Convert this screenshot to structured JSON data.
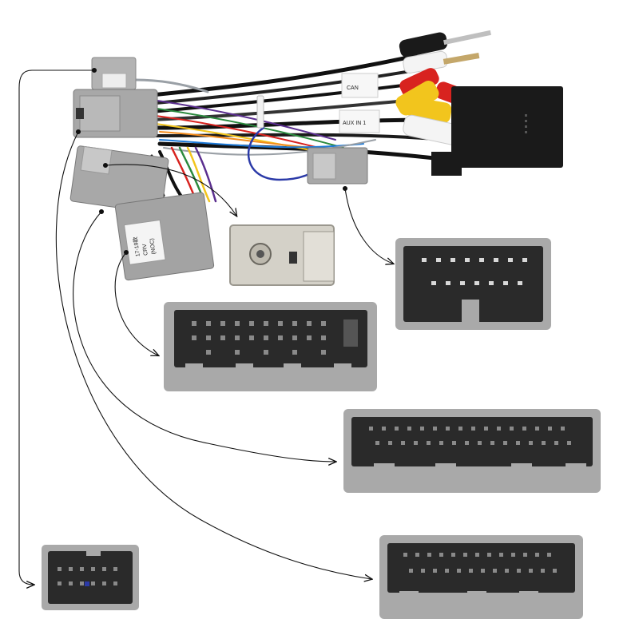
{
  "image": {
    "subject": "Car stereo wiring harness with connectors",
    "background_color": "#ffffff",
    "colors": {
      "connector_gray": "#a9a9a9",
      "connector_dark": "#2a2a2a",
      "pin_light": "#d8d8d8",
      "box_black": "#1a1a1a",
      "rca_red": "#d8231f",
      "rca_yellow": "#f2c51d",
      "rca_white": "#f4f4f4",
      "wire_black": "#111111",
      "wire_blue": "#2b3aa8",
      "arrow": "#111111"
    }
  },
  "labels": {
    "tag_can": "CAN",
    "tag_aux": "AUX IN 1",
    "main_tag_line1": "17-19款",
    "main_tag_line2": "CRV",
    "main_tag_line3": "(NOC)"
  }
}
